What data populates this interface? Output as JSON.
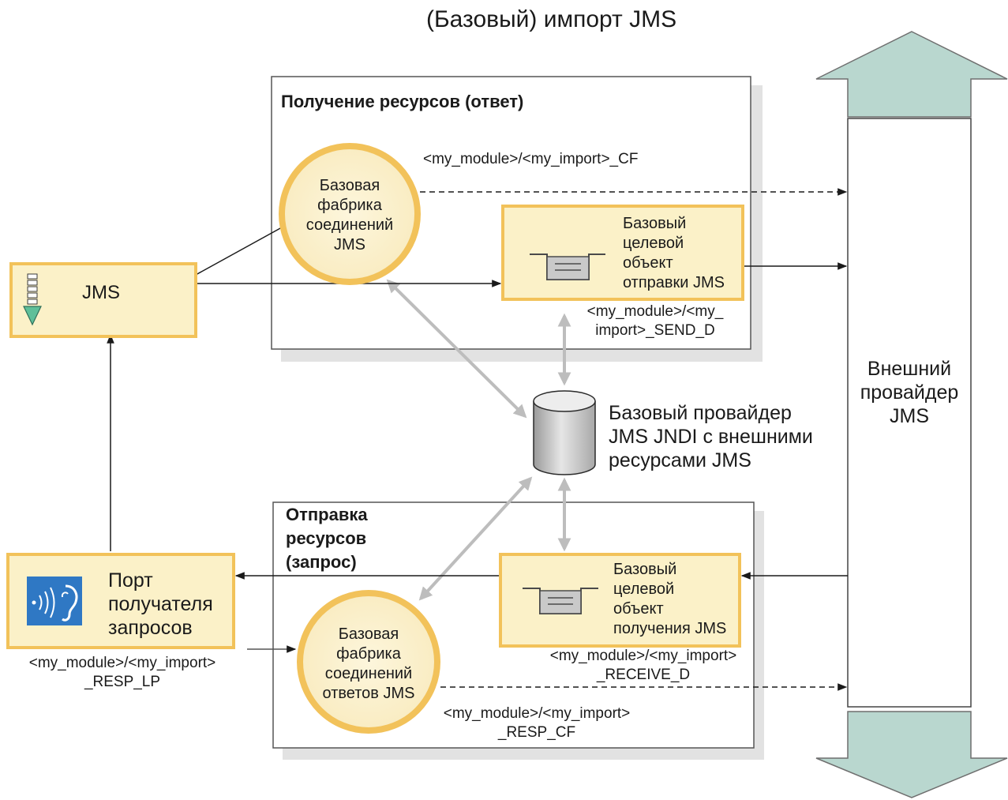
{
  "title": "(Базовый) импорт JMS",
  "receive_group": {
    "title": "Получение ресурсов (ответ)"
  },
  "send_group": {
    "title_lines": [
      "Отправка",
      "ресурсов",
      "(запрос)"
    ]
  },
  "connection_factory": {
    "lines": [
      "Базовая",
      "фабрика",
      "соединений",
      "JMS"
    ],
    "resource": "<my_module>/<my_import>_CF"
  },
  "send_destination": {
    "lines": [
      "Базовый",
      "целевой",
      "объект",
      "отправки JMS"
    ],
    "resource_lines": [
      "<my_module>/<my_",
      "import>_SEND_D"
    ]
  },
  "jms_binding": {
    "label": "JMS"
  },
  "jndi_provider": {
    "lines": [
      "Базовый провайдер",
      "JMS JNDI с внешними",
      "ресурсами JMS"
    ]
  },
  "external_provider": {
    "lines": [
      "Внешний",
      "провайдер",
      "JMS"
    ]
  },
  "listener_port": {
    "lines": [
      "Порт",
      "получателя",
      "запросов"
    ],
    "resource_lines": [
      "<my_module>/<my_import>",
      "_RESP_LP"
    ]
  },
  "receive_destination": {
    "lines": [
      "Базовый",
      "целевой",
      "объект",
      "получения JMS"
    ],
    "resource_lines": [
      "<my_module>/<my_import>",
      "_RECEIVE_D"
    ]
  },
  "response_factory": {
    "lines": [
      "Базовая",
      "фабрика",
      "соединений",
      "ответов JMS"
    ],
    "resource_lines": [
      "<my_module>/<my_import>",
      "_RESP_CF"
    ]
  },
  "colors": {
    "node_fill": "#fbf1c8",
    "node_border": "#f2c25a",
    "arrow_fill": "#b9d7cf",
    "gray_arrow": "#bdbdbd",
    "shadow": "#e2e2e2",
    "group_border": "#555555"
  },
  "icons": [
    "jms-import-icon",
    "database-icon",
    "queue-icon",
    "listener-ear-icon"
  ]
}
